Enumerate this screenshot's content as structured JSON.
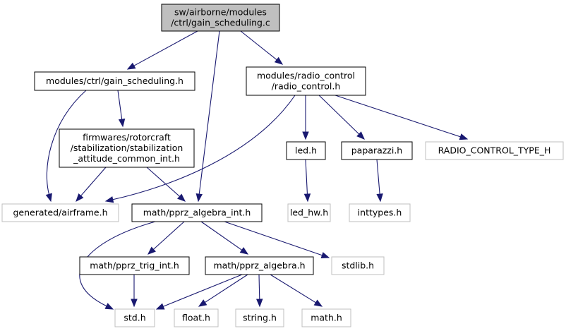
{
  "colors": {
    "edge": "#191970",
    "root_fill": "#bfbfbf",
    "normal_fill": "#ffffff",
    "normal_border": "#000000",
    "external_border": "#bfbfbf",
    "text": "#000000"
  },
  "nodes": [
    {
      "id": "root",
      "kind": "root",
      "lines": [
        "sw/airborne/modules",
        "/ctrl/gain_scheduling.c"
      ]
    },
    {
      "id": "gain_h",
      "kind": "normal",
      "lines": [
        "modules/ctrl/gain_scheduling.h"
      ]
    },
    {
      "id": "radio",
      "kind": "normal",
      "lines": [
        "modules/radio_control",
        "/radio_control.h"
      ]
    },
    {
      "id": "stab",
      "kind": "normal",
      "lines": [
        "firmwares/rotorcraft",
        "/stabilization/stabilization",
        "_attitude_common_int.h"
      ]
    },
    {
      "id": "airframe",
      "kind": "external",
      "lines": [
        "generated/airframe.h"
      ]
    },
    {
      "id": "pprz_int",
      "kind": "normal",
      "lines": [
        "math/pprz_algebra_int.h"
      ]
    },
    {
      "id": "led",
      "kind": "normal",
      "lines": [
        "led.h"
      ]
    },
    {
      "id": "paparazzi",
      "kind": "normal",
      "lines": [
        "paparazzi.h"
      ]
    },
    {
      "id": "rctype",
      "kind": "external",
      "lines": [
        "RADIO_CONTROL_TYPE_H"
      ]
    },
    {
      "id": "led_hw",
      "kind": "external",
      "lines": [
        "led_hw.h"
      ]
    },
    {
      "id": "inttypes",
      "kind": "external",
      "lines": [
        "inttypes.h"
      ]
    },
    {
      "id": "trig",
      "kind": "normal",
      "lines": [
        "math/pprz_trig_int.h"
      ]
    },
    {
      "id": "algebra",
      "kind": "normal",
      "lines": [
        "math/pprz_algebra.h"
      ]
    },
    {
      "id": "stdlib",
      "kind": "external",
      "lines": [
        "stdlib.h"
      ]
    },
    {
      "id": "std",
      "kind": "external",
      "lines": [
        "std.h"
      ]
    },
    {
      "id": "float",
      "kind": "external",
      "lines": [
        "float.h"
      ]
    },
    {
      "id": "string",
      "kind": "external",
      "lines": [
        "string.h"
      ]
    },
    {
      "id": "math",
      "kind": "external",
      "lines": [
        "math.h"
      ]
    }
  ],
  "edges": [
    {
      "from": "root",
      "to": "gain_h"
    },
    {
      "from": "root",
      "to": "pprz_int"
    },
    {
      "from": "root",
      "to": "radio"
    },
    {
      "from": "gain_h",
      "to": "airframe"
    },
    {
      "from": "gain_h",
      "to": "stab"
    },
    {
      "from": "stab",
      "to": "airframe"
    },
    {
      "from": "stab",
      "to": "pprz_int"
    },
    {
      "from": "radio",
      "to": "airframe"
    },
    {
      "from": "radio",
      "to": "led"
    },
    {
      "from": "radio",
      "to": "paparazzi"
    },
    {
      "from": "radio",
      "to": "rctype"
    },
    {
      "from": "led",
      "to": "led_hw"
    },
    {
      "from": "paparazzi",
      "to": "inttypes"
    },
    {
      "from": "pprz_int",
      "to": "std"
    },
    {
      "from": "pprz_int",
      "to": "trig"
    },
    {
      "from": "pprz_int",
      "to": "algebra"
    },
    {
      "from": "pprz_int",
      "to": "stdlib"
    },
    {
      "from": "trig",
      "to": "std"
    },
    {
      "from": "algebra",
      "to": "std"
    },
    {
      "from": "algebra",
      "to": "float"
    },
    {
      "from": "algebra",
      "to": "string"
    },
    {
      "from": "algebra",
      "to": "math"
    }
  ]
}
